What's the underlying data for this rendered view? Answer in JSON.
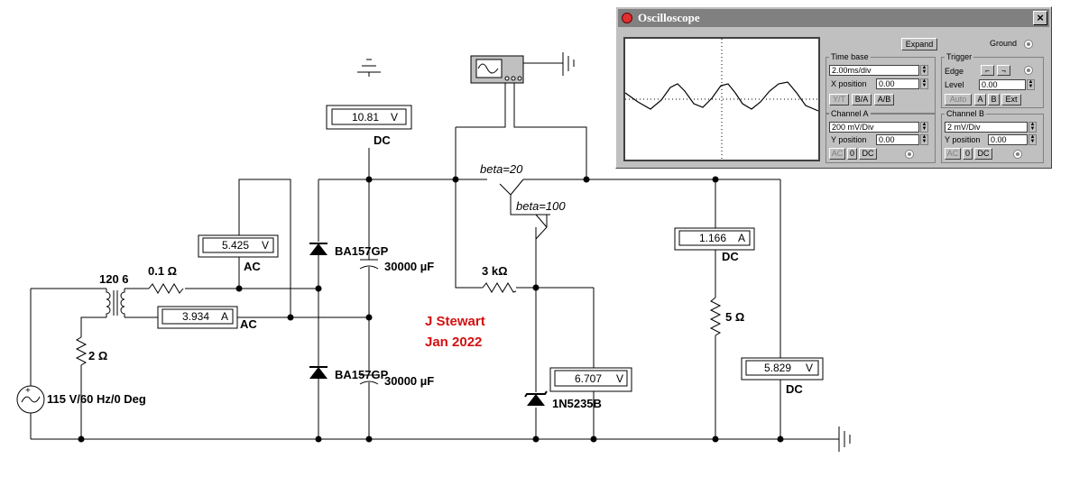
{
  "schematic": {
    "meters": {
      "top_dc_value": "10.81",
      "top_dc_unit": "V",
      "top_dc_mode": "DC",
      "ac_volt_value": "5.425",
      "ac_volt_unit": "V",
      "ac_volt_mode": "AC",
      "ac_amp_value": "3.934",
      "ac_amp_unit": "A",
      "ac_amp_mode": "AC",
      "zener_volt_value": "6.707",
      "zener_volt_unit": "V",
      "load_amp_value": "1.166",
      "load_amp_unit": "A",
      "load_amp_mode": "DC",
      "out_volt_value": "5.829",
      "out_volt_unit": "V",
      "out_volt_mode": "DC"
    },
    "components": {
      "transformer": "120 6",
      "series_res": "0.1 Ω",
      "primary_res": "2 Ω",
      "source": "115 V/60 Hz/0 Deg",
      "diode_top": "BA157GP",
      "diode_bottom": "BA157GP",
      "cap_top": "30000 µF",
      "cap_bottom": "30000 µF",
      "base_res": "3 kΩ",
      "zener": "1N5235B",
      "q1_beta": "beta=20",
      "q2_beta": "beta=100",
      "load_res": "5 Ω"
    },
    "signature": {
      "name": "J Stewart",
      "date": "Jan 2022"
    },
    "colors": {
      "signature": "#d41010",
      "window_title": "#808080"
    }
  },
  "oscilloscope": {
    "title": "Oscilloscope",
    "close": "×",
    "expand": "Expand",
    "ground": "Ground",
    "timebase": {
      "title": "Time base",
      "value": "2.00ms/div",
      "xpos_label": "X position",
      "xpos_value": "0.00",
      "modes": [
        "Y/T",
        "B/A",
        "A/B"
      ]
    },
    "trigger": {
      "title": "Trigger",
      "edge_label": "Edge",
      "level_label": "Level",
      "level_value": "0.00",
      "sources": [
        "Auto",
        "A",
        "B",
        "Ext"
      ]
    },
    "channel_a": {
      "title": "Channel A",
      "value": "200 mV/Div",
      "ypos_label": "Y position",
      "ypos_value": "0.00",
      "coupling": [
        "AC",
        "0",
        "DC"
      ]
    },
    "channel_b": {
      "title": "Channel B",
      "value": "2 mV/Div",
      "ypos_label": "Y position",
      "ypos_value": "0.00",
      "coupling": [
        "AC",
        "0",
        "DC"
      ]
    }
  }
}
